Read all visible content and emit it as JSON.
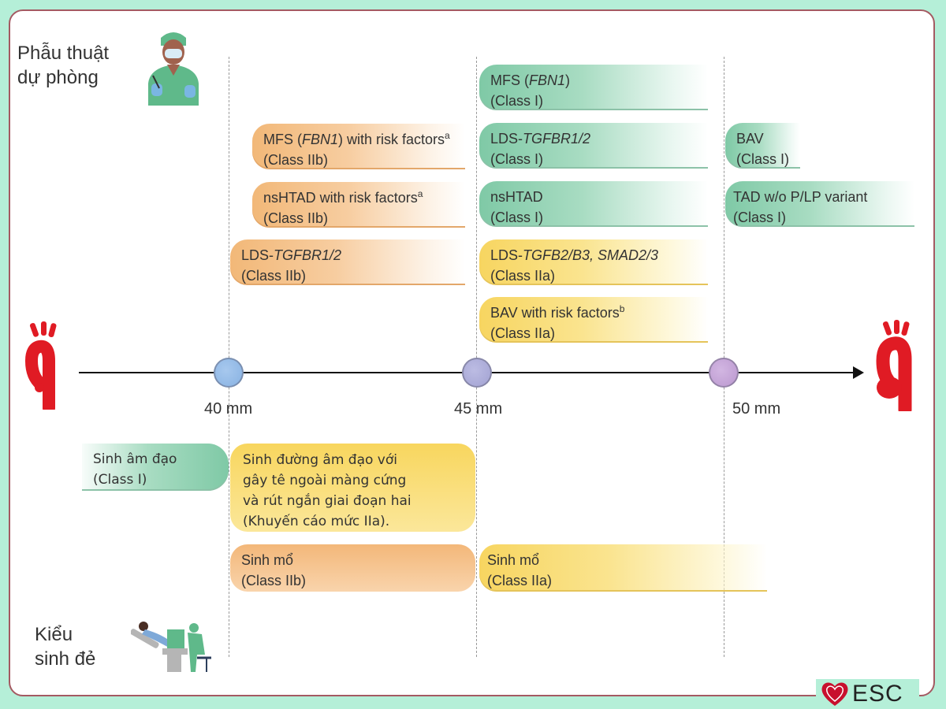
{
  "sections": {
    "top_title": "Phẫu thuật\ndự phòng",
    "top_title_lines": [
      "Phẫu thuật",
      "dự phòng"
    ],
    "bottom_title_lines": [
      "Kiểu",
      "sinh đẻ"
    ]
  },
  "axis": {
    "thresholds": [
      {
        "label": "40 mm",
        "value_mm": 40,
        "color": "#8fb8e6"
      },
      {
        "label": "45 mm",
        "value_mm": 45,
        "color": "#a8a8d8"
      },
      {
        "label": "50 mm",
        "value_mm": 50,
        "color": "#c4a3d6"
      }
    ]
  },
  "surgery": {
    "at_40": [
      {
        "line1_pre": "MFS (",
        "line1_ital": "FBN1",
        "line1_post": ") with risk factors",
        "sup": "a",
        "line2": "(Class IIb)",
        "color": "orange"
      },
      {
        "line1_pre": "nsHTAD with risk factors",
        "line1_ital": "",
        "line1_post": "",
        "sup": "a",
        "line2": "(Class IIb)",
        "color": "orange"
      },
      {
        "line1_pre": "LDS-",
        "line1_ital": "TGFBR1/2",
        "line1_post": "",
        "sup": "",
        "line2": "(Class IIb)",
        "color": "orange"
      }
    ],
    "at_45": [
      {
        "line1_pre": "MFS (",
        "line1_ital": "FBN1",
        "line1_post": ")",
        "sup": "",
        "line2": "(Class I)",
        "color": "green"
      },
      {
        "line1_pre": "LDS-",
        "line1_ital": "TGFBR1/2",
        "line1_post": "",
        "sup": "",
        "line2": "(Class I)",
        "color": "green"
      },
      {
        "line1_pre": "nsHTAD",
        "line1_ital": "",
        "line1_post": "",
        "sup": "",
        "line2": "(Class I)",
        "color": "green"
      },
      {
        "line1_pre": "LDS-",
        "line1_ital": "TGFB2/B3, SMAD2/3",
        "line1_post": "",
        "sup": "",
        "line2": "(Class IIa)",
        "color": "yellow"
      },
      {
        "line1_pre": "BAV with risk factors",
        "line1_ital": "",
        "line1_post": "",
        "sup": "b",
        "line2": "(Class IIa)",
        "color": "yellow"
      }
    ],
    "at_50": [
      {
        "line1_pre": "BAV",
        "line1_ital": "",
        "line1_post": "",
        "sup": "",
        "line2": "(Class I)",
        "color": "green"
      },
      {
        "line1_pre": "TAD w/o P/LP variant",
        "line1_ital": "",
        "line1_post": "",
        "sup": "",
        "line2": "(Class I)",
        "color": "green"
      }
    ]
  },
  "delivery": {
    "vaginal": {
      "line1": "Sinh âm đạo",
      "line2": "(Class I)"
    },
    "vaginal_epidural": {
      "lines": [
        "Sinh đường âm đạo với",
        "gây tê ngoài màng cứng",
        "và rút ngắn giai đoạn hai",
        "(Khuyến cáo mức IIa)."
      ]
    },
    "cesarean_40": {
      "line1": "Sinh mổ",
      "line2": "(Class IIb)"
    },
    "cesarean_45": {
      "line1": "Sinh mổ",
      "line2": "(Class IIa)"
    }
  },
  "logo": {
    "text": "ESC",
    "icon": "heart-icon"
  },
  "colors": {
    "background": "#b5efd8",
    "frame_border": "#a45a62",
    "green": "#7fc9a6",
    "orange": "#f2b878",
    "yellow": "#f7d560",
    "aorta_red": "#e01b24"
  }
}
